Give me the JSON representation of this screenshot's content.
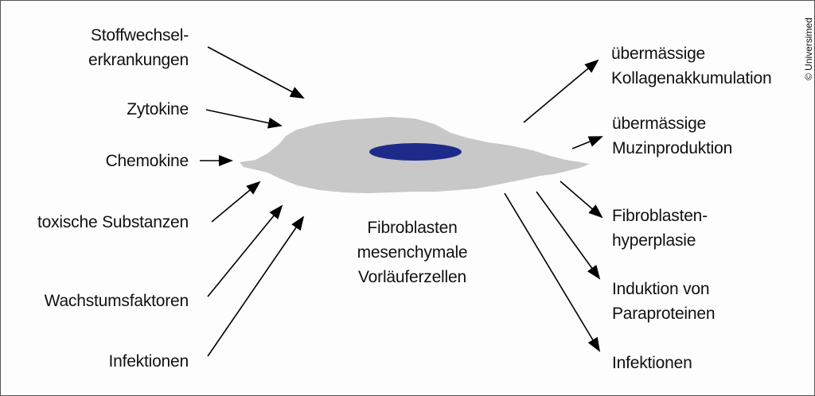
{
  "causes": [
    {
      "line1": "Stoffwechsel-",
      "line2": "erkrankungen"
    },
    {
      "line1": "Zytokine"
    },
    {
      "line1": "Chemokine"
    },
    {
      "line1": "toxische Substanzen"
    },
    {
      "line1": "Wachstumsfaktoren"
    },
    {
      "line1": "Infektionen"
    }
  ],
  "center": {
    "line1": "Fibroblasten",
    "line2": "mesenchymale",
    "line3": "Vorläuferzellen"
  },
  "effects": [
    {
      "line1": "übermässige",
      "line2": "Kollagenakkumulation"
    },
    {
      "line1": "übermässige",
      "line2": "Muzinproduktion"
    },
    {
      "line1": "Fibroblasten-",
      "line2": "hyperplasie"
    },
    {
      "line1": "Induktion von",
      "line2": "Paraproteinen"
    },
    {
      "line1": "Infektionen"
    }
  ],
  "copyright": "© Universimed",
  "colors": {
    "cell": "#c8c8c8",
    "nucleus": "#1e2a8a",
    "arrow": "#000000"
  }
}
